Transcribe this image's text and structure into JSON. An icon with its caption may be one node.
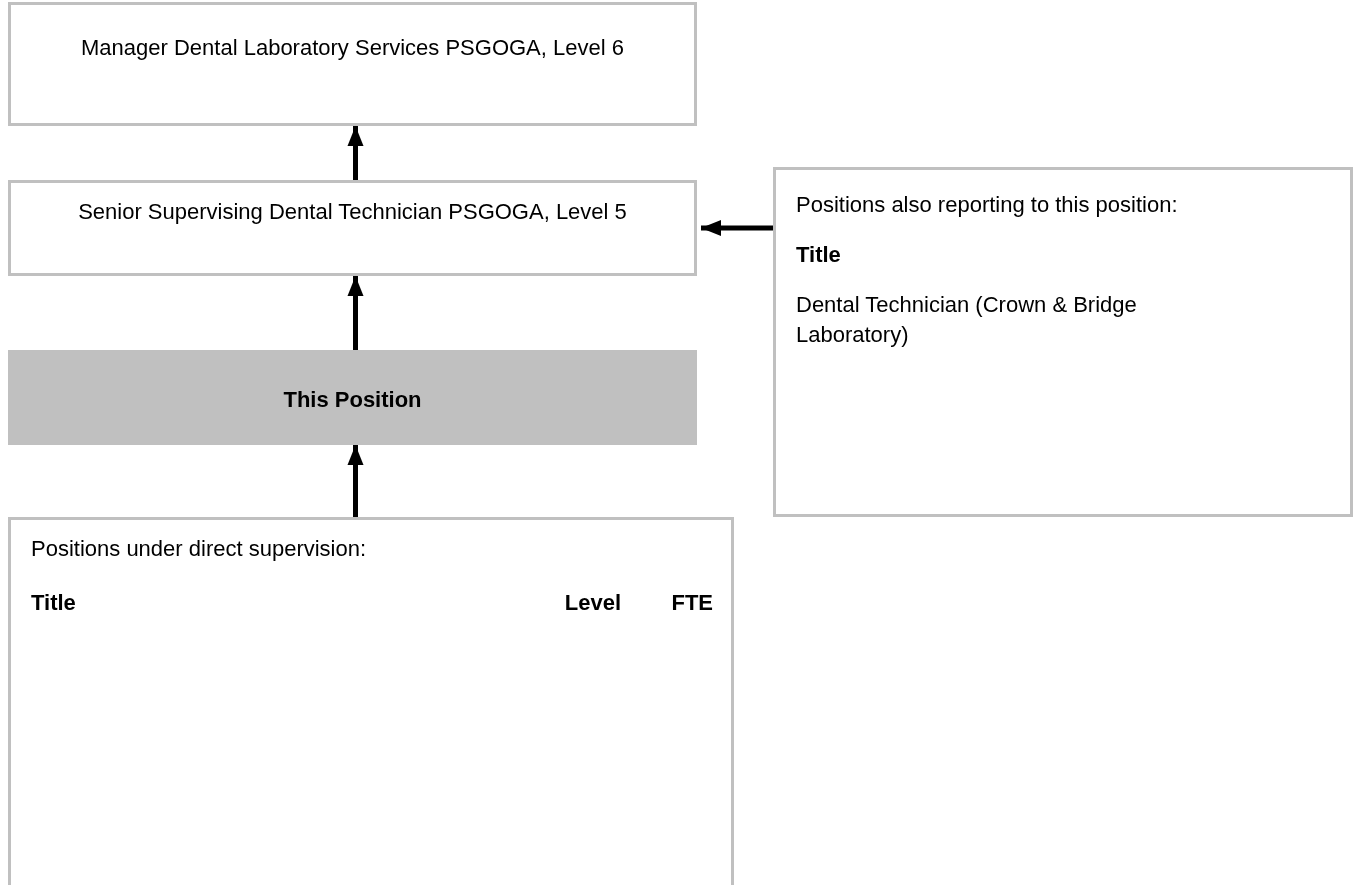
{
  "diagram": {
    "nodes": [
      {
        "text": [
          "Manager Dental Laboratory Services PSGOGA, Level 6"
        ]
      },
      {
        "text": [
          "Senior Supervising Dental Technician PSGOGA, Level 5"
        ]
      },
      {
        "text": [
          "This Position"
        ]
      },
      {
        "text": [
          "Positions under direct supervision:",
          "Title",
          "Level",
          "FTE"
        ]
      },
      {
        "text": [
          "Positions also reporting to this position:",
          "Title",
          "Dental Technician (Crown & Bridge Laboratory)"
        ]
      }
    ],
    "edges": [
      {
        "from": 1,
        "to": 0,
        "arrow": "to"
      },
      {
        "from": 2,
        "to": 1,
        "arrow": "to"
      },
      {
        "from": 3,
        "to": 2,
        "arrow": "to"
      },
      {
        "from": 4,
        "to": 1,
        "arrow": "to"
      }
    ]
  }
}
